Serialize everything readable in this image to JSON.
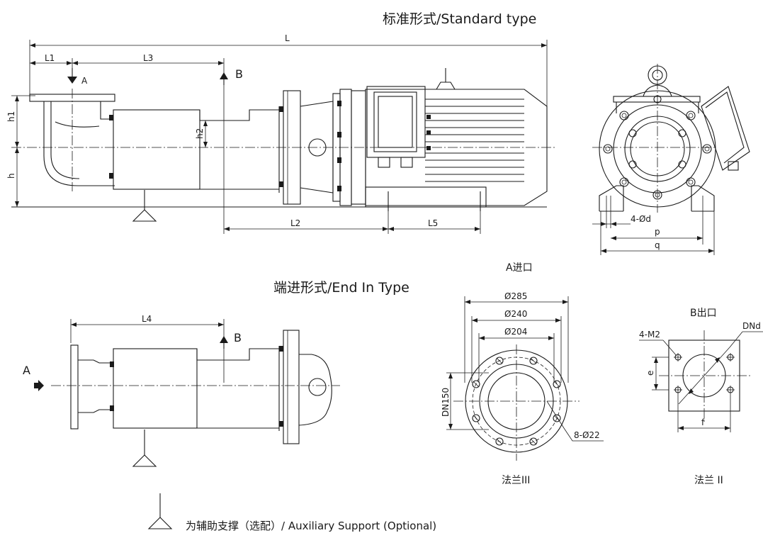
{
  "titles": {
    "standard": "标准形式/Standard type",
    "end_in": "端进形式/End In Type",
    "inlet_a": "A进口",
    "outlet_b": "B出口",
    "flange_iii": "法兰III",
    "flange_ii": "法兰 II"
  },
  "dims": {
    "L": "L",
    "L1": "L1",
    "L2": "L2",
    "L3": "L3",
    "L4": "L4",
    "L5": "L5",
    "h": "h",
    "h1": "h1",
    "h2": "h2",
    "p": "p",
    "q": "q",
    "d4": "4-Ød",
    "e": "e",
    "f": "f",
    "m2": "4-M2",
    "dnd": "DNd",
    "phi285": "Ø285",
    "phi240": "Ø240",
    "phi204": "Ø204",
    "dn150": "DN150",
    "holes": "8-Ø22"
  },
  "markers": {
    "A": "A",
    "B": "B"
  },
  "legend": {
    "support": "为辅助支撑（选配）/ Auxiliary Support (Optional)"
  }
}
